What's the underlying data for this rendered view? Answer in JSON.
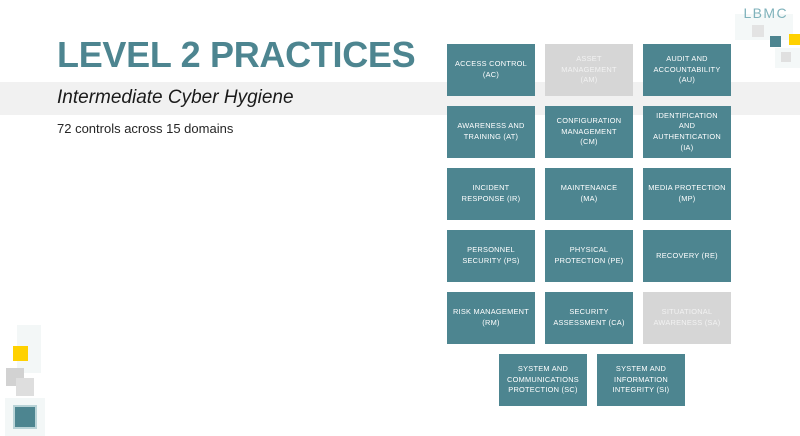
{
  "slide": {
    "title": "LEVEL 2 PRACTICES",
    "subtitle": "Intermediate Cyber Hygiene",
    "body": "72  controls across 15 domains",
    "logo": "LBMC"
  },
  "colors": {
    "teal": "#4d8590",
    "grey": "#d6d6d6",
    "band": "#f1f1f1",
    "yellow": "#ffd100",
    "logo_text": "#7fb2bb"
  },
  "grid": {
    "rows": [
      [
        {
          "label": "ACCESS CONTROL (AC)",
          "lines": [
            "ACCESS CONTROL",
            "(AC)"
          ],
          "style": "teal"
        },
        {
          "label": "ASSET MANAGEMENT (AM)",
          "lines": [
            "ASSET",
            "MANAGEMENT",
            "(AM)"
          ],
          "style": "grey"
        },
        {
          "label": "AUDIT AND ACCOUNTABILITY (AU)",
          "lines": [
            "AUDIT AND",
            "ACCOUNTABILITY",
            "(AU)"
          ],
          "style": "teal"
        }
      ],
      [
        {
          "label": "AWARENESS AND TRAINING (AT)",
          "lines": [
            "AWARENESS AND",
            "TRAINING (AT)"
          ],
          "style": "teal"
        },
        {
          "label": "CONFIGURATION MANAGEMENT (CM)",
          "lines": [
            "CONFIGURATION",
            "MANAGEMENT",
            "(CM)"
          ],
          "style": "teal"
        },
        {
          "label": "IDENTIFICATION AND AUTHENTICATION (IA)",
          "lines": [
            "IDENTIFICATION",
            "AND",
            "AUTHENTICATION",
            "(IA)"
          ],
          "style": "teal"
        }
      ],
      [
        {
          "label": "INCIDENT RESPONSE (IR)",
          "lines": [
            "INCIDENT",
            "RESPONSE (IR)"
          ],
          "style": "teal"
        },
        {
          "label": "MAINTENANCE (MA)",
          "lines": [
            "MAINTENANCE",
            "(MA)"
          ],
          "style": "teal"
        },
        {
          "label": "MEDIA PROTECTION (MP)",
          "lines": [
            "MEDIA PROTECTION",
            "(MP)"
          ],
          "style": "teal"
        }
      ],
      [
        {
          "label": "PERSONNEL SECURITY (PS)",
          "lines": [
            "PERSONNEL",
            "SECURITY (PS)"
          ],
          "style": "teal"
        },
        {
          "label": "PHYSICAL PROTECTION (PE)",
          "lines": [
            "PHYSICAL",
            "PROTECTION (PE)"
          ],
          "style": "teal"
        },
        {
          "label": "RECOVERY (RE)",
          "lines": [
            "RECOVERY (RE)"
          ],
          "style": "teal"
        }
      ],
      [
        {
          "label": "RISK MANAGEMENT (RM)",
          "lines": [
            "RISK MANAGEMENT",
            "(RM)"
          ],
          "style": "teal"
        },
        {
          "label": "SECURITY ASSESSMENT (CA)",
          "lines": [
            "SECURITY",
            "ASSESSMENT (CA)"
          ],
          "style": "teal"
        },
        {
          "label": "SITUATIONAL AWARENESS (SA)",
          "lines": [
            "SITUATIONAL",
            "AWARENESS (SA)"
          ],
          "style": "grey"
        }
      ],
      [
        {
          "label": "SYSTEM AND COMMUNICATIONS PROTECTION (SC)",
          "lines": [
            "SYSTEM AND",
            "COMMUNICATIONS",
            "PROTECTION (SC)"
          ],
          "style": "teal"
        },
        {
          "label": "SYSTEM AND INFORMATION INTEGRITY (SI)",
          "lines": [
            "SYSTEM AND",
            "INFORMATION",
            "INTEGRITY (SI)"
          ],
          "style": "teal"
        }
      ]
    ]
  }
}
